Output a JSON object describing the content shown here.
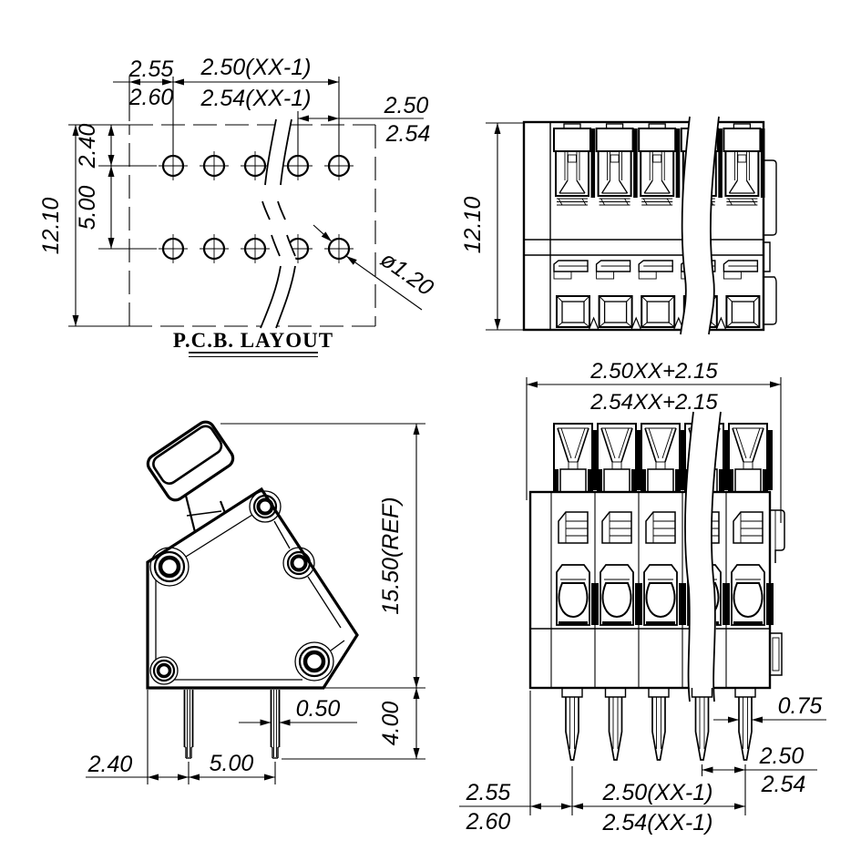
{
  "drawing": {
    "background": "#ffffff",
    "line_color": "#000000",
    "views": {
      "pcb_layout": {
        "label": "P.C.B. LAYOUT",
        "dims": {
          "edge_offset_a": "2.55",
          "edge_offset_b": "2.60",
          "hole_span_a": "2.50(XX-1)",
          "hole_span_b": "2.54(XX-1)",
          "pitch_a": "2.50",
          "pitch_b": "2.54",
          "height": "12.10",
          "row_offset": "2.40",
          "row_gap": "5.00",
          "hole_dia": "ø1.20"
        }
      },
      "front_view": {
        "dims": {
          "height": "12.10"
        }
      },
      "side_view": {
        "dims": {
          "total_height": "15.50(REF)",
          "pin_width": "0.50",
          "pin_length": "4.00",
          "edge_to_pin": "2.40",
          "pin_gap": "5.00"
        }
      },
      "front_view_pins": {
        "dims": {
          "overall_a": "2.50XX+2.15",
          "overall_b": "2.54XX+2.15",
          "pin_width": "0.75",
          "pitch_a": "2.50",
          "pitch_b": "2.54",
          "edge_offset_a": "2.55",
          "edge_offset_b": "2.60",
          "pin_span_a": "2.50(XX-1)",
          "pin_span_b": "2.54(XX-1)"
        }
      }
    }
  }
}
